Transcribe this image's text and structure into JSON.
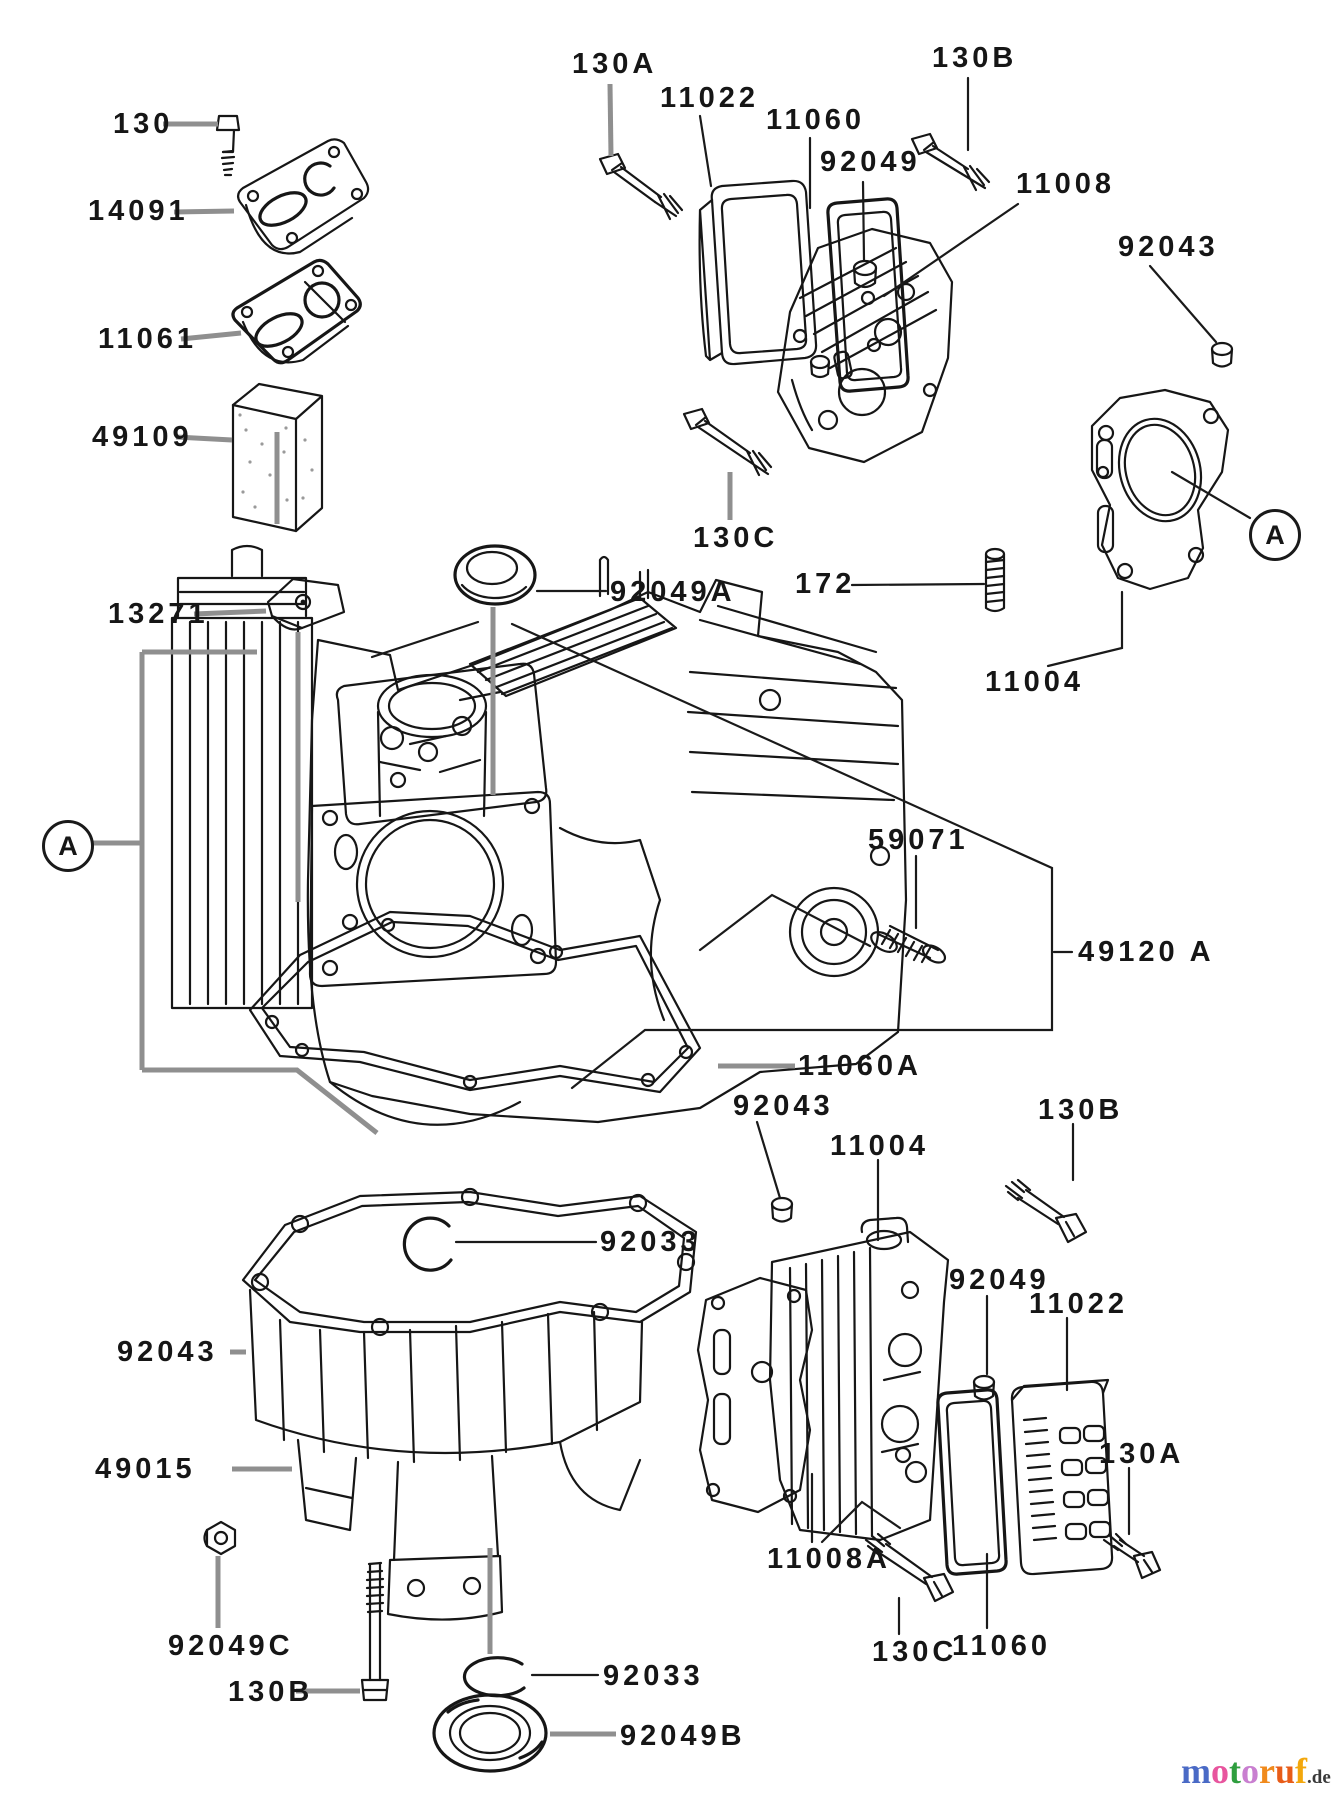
{
  "callouts": {
    "c130": "130",
    "c130A": "130A",
    "c130B": "130B",
    "c130C": "130C",
    "c172": "172",
    "c11004": "11004",
    "c11008": "11008",
    "c11008A": "11008A",
    "c11022": "11022",
    "c11060": "11060",
    "c11060A": "11060A",
    "c11061": "11061",
    "c13271": "13271",
    "c14091": "14091",
    "c49015": "49015",
    "c49109": "49109",
    "c49120A": "49120 A",
    "c59071": "59071",
    "c92033": "92033",
    "c92043": "92043",
    "c92049": "92049",
    "c92049A": "92049A",
    "c92049B": "92049B",
    "c92049C": "92049C",
    "detail_marker": "A"
  },
  "logo": {
    "letters": [
      {
        "ch": "m",
        "color": "#4a6ac6"
      },
      {
        "ch": "o",
        "color": "#e8559e"
      },
      {
        "ch": "t",
        "color": "#2f9e3f"
      },
      {
        "ch": "o",
        "color": "#c97fd0"
      },
      {
        "ch": "r",
        "color": "#f08a1c"
      },
      {
        "ch": "u",
        "color": "#e85c18"
      },
      {
        "ch": "f",
        "color": "#f3a70c"
      }
    ],
    "suffix": ".de",
    "suffix_color": "#3a3a3a"
  }
}
